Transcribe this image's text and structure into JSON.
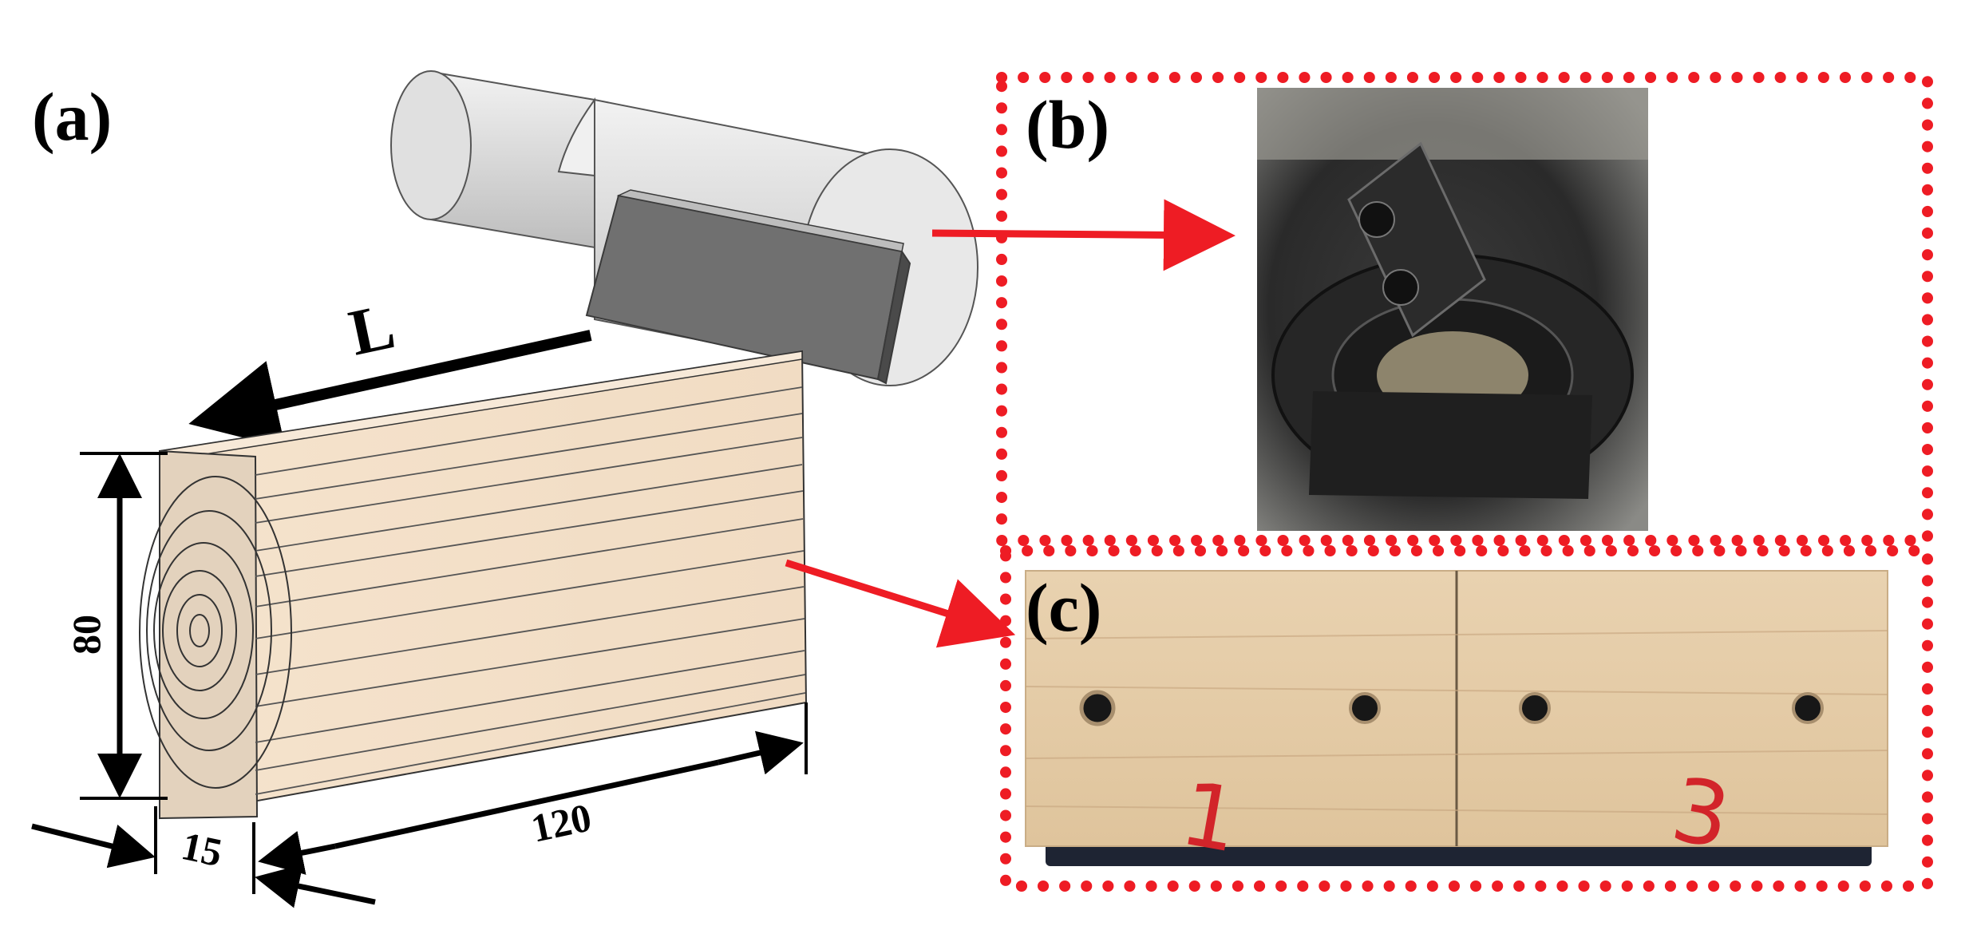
{
  "labels": {
    "panel_a": "(a)",
    "panel_b": "(b)",
    "panel_c": "(c)",
    "length_symbol": "L",
    "dim_height": "80",
    "dim_thickness": "15",
    "dim_length": "120",
    "specimen_mark_1": "1",
    "specimen_mark_3": "3"
  },
  "colors": {
    "callout_red": "#ee1c24",
    "wood_face": "#f3dfc7",
    "wood_end": "#e3d2bd",
    "tool_gray": "#707070",
    "spindle_light": "#e6e6e6"
  }
}
